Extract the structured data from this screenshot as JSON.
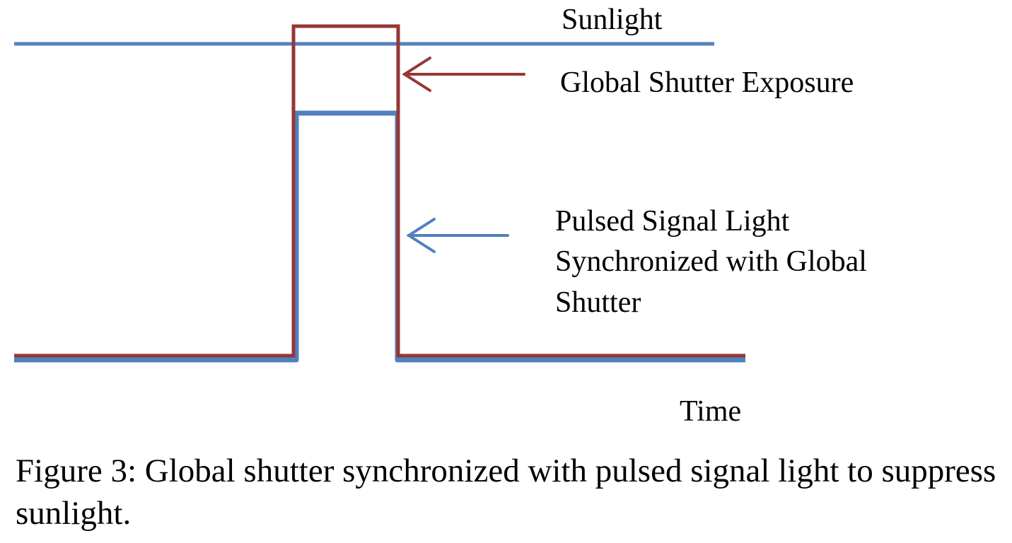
{
  "diagram": {
    "labels": {
      "sunlight": "Sunlight",
      "global_shutter_exposure": "Global Shutter Exposure",
      "pulsed_signal_light": [
        "Pulsed Signal Light",
        "Synchronized with Global",
        "Shutter"
      ],
      "time_axis": "Time"
    },
    "colors": {
      "blue": "#4f81bd",
      "red": "#953735",
      "text": "#000000"
    },
    "signals": [
      {
        "label_key": "sunlight",
        "color": "blue",
        "shape": "constant-high"
      },
      {
        "label_key": "global_shutter_exposure",
        "color": "red",
        "shape": "rectangular-pulse"
      },
      {
        "label_key": "pulsed_signal_light",
        "color": "blue",
        "shape": "rectangular-pulse"
      }
    ]
  },
  "caption": "Figure 3: Global shutter synchronized with pulsed signal light to suppress sunlight."
}
